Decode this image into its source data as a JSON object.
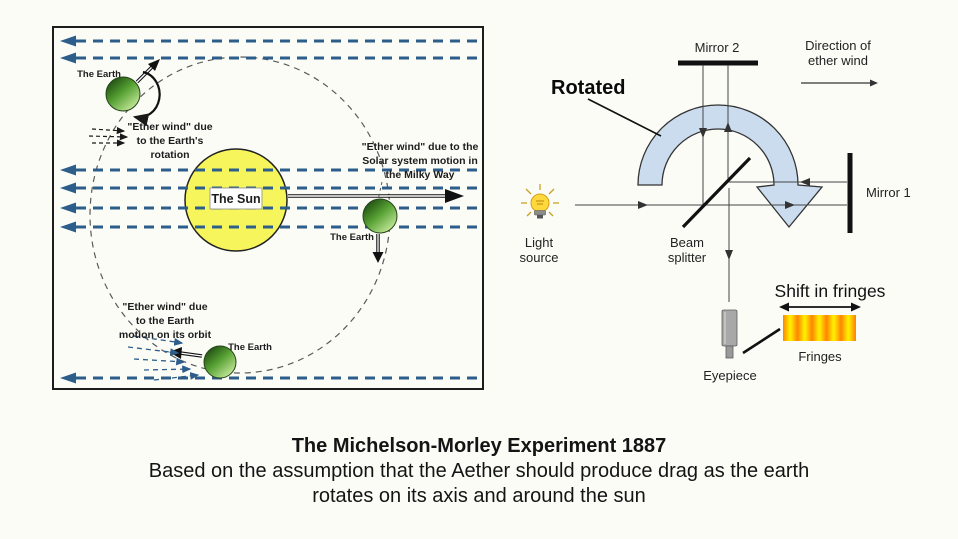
{
  "left_diagram": {
    "earth_label": "The Earth",
    "sun_label": "The Sun",
    "notes": {
      "rotation": [
        "\"Ether wind\" due",
        "to the Earth's",
        "rotation"
      ],
      "solar": [
        "\"Ether wind\" due to the",
        "Solar system motion in",
        "the Milky Way"
      ],
      "orbit": [
        "\"Ether wind\" due",
        "to the Earth",
        "motion on its orbit"
      ]
    },
    "colors": {
      "ether_wind_arrow": "#2d5d8a",
      "sun": "#f6f65c",
      "earth": "#6ab33f",
      "orbit_line": "#5a5a5a"
    }
  },
  "right_diagram": {
    "labels": {
      "mirror2": "Mirror 2",
      "mirror1": "Mirror 1",
      "rotated": "Rotated",
      "direction": [
        "Direction of",
        "ether wind"
      ],
      "light_source": [
        "Light",
        "source"
      ],
      "beam_splitter": [
        "Beam",
        "splitter"
      ],
      "eyepiece": "Eyepiece",
      "fringes": "Fringes",
      "shift": "Shift in fringes"
    },
    "colors": {
      "rotation_arrow": "#ccdcef",
      "mirror": "#111111",
      "fringe_orange": "#ff8400",
      "fringe_yellow": "#fff200",
      "bulb": "#ffd83d"
    }
  },
  "caption": {
    "title": "The Michelson-Morley Experiment 1887",
    "subtitle_line1": "Based on the assumption that the Aether should produce drag as the earth",
    "subtitle_line2": "rotates on its axis and around the sun"
  }
}
